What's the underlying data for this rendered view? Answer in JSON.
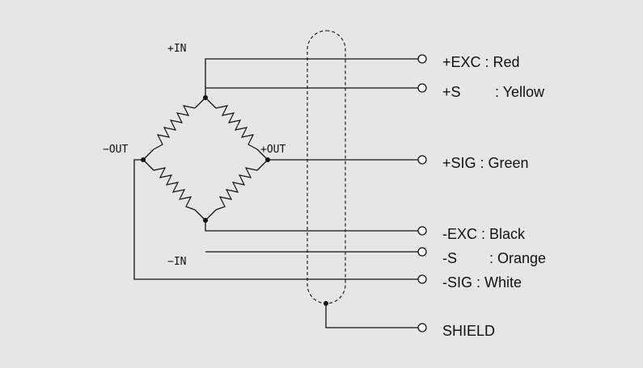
{
  "bridge": {
    "plus_in": "+IN",
    "minus_in": "−IN",
    "plus_out": "+OUT",
    "minus_out": "−OUT"
  },
  "wires": {
    "exc_plus": "+EXC : Red",
    "sense_plus_name": "+S",
    "sense_plus_color": ": Yellow",
    "sig_plus": "+SIG : Green",
    "exc_minus": "-EXC : Black",
    "sense_minus_name": "-S",
    "sense_minus_color": ": Orange",
    "sig_minus": "-SIG : White",
    "shield": "SHIELD"
  },
  "colors": {
    "background": "#e6e6e6",
    "line": "#111111"
  }
}
